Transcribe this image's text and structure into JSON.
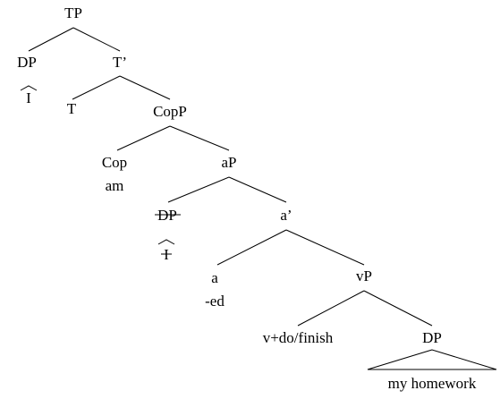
{
  "tree": {
    "tp": "TP",
    "dp_subject": "DP",
    "subject_word": "I",
    "t_bar": "T’",
    "t_head": "T",
    "cop_phrase": "CopP",
    "cop_head": "Cop",
    "cop_word": "am",
    "a_phrase": "aP",
    "dp_lower": "DP",
    "lower_subject_word": "I",
    "a_bar": "a’",
    "a_head": "a",
    "a_suffix": "-ed",
    "v_phrase": "vP",
    "v_head": "v+do/finish",
    "dp_object": "DP",
    "object_words": "my homework"
  }
}
